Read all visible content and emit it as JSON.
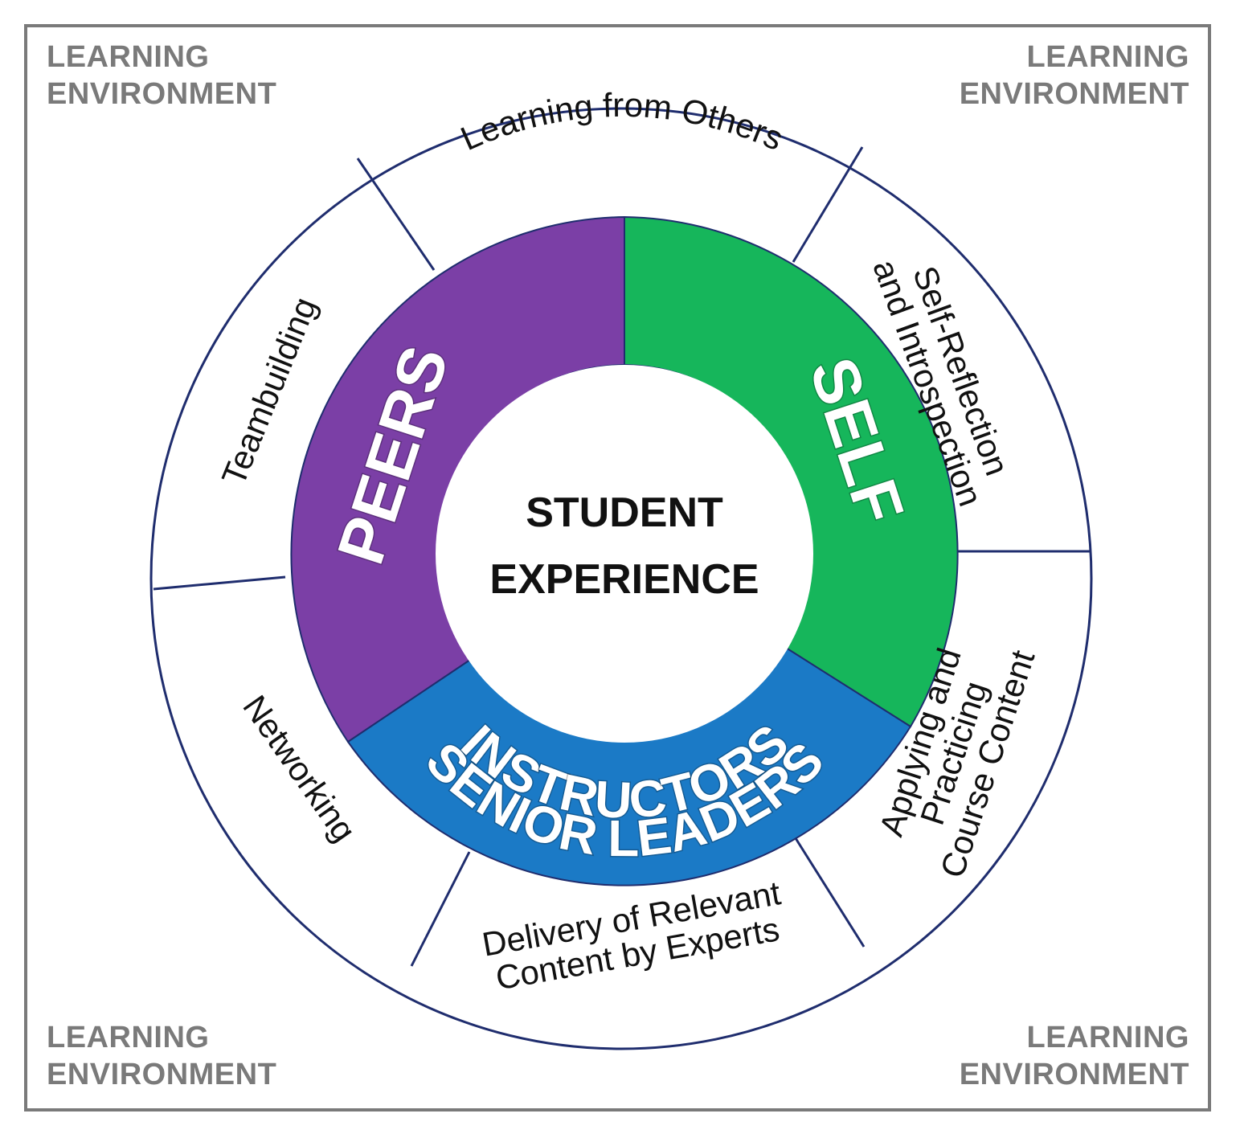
{
  "frame": {
    "corner_labels": {
      "top_left": [
        "LEARNING",
        "ENVIRONMENT"
      ],
      "top_right": [
        "LEARNING",
        "ENVIRONMENT"
      ],
      "bottom_left": [
        "LEARNING",
        "ENVIRONMENT"
      ],
      "bottom_right": [
        "LEARNING",
        "ENVIRONMENT"
      ]
    }
  },
  "center": {
    "lines": [
      "STUDENT",
      "EXPERIENCE"
    ]
  },
  "inner_ring": {
    "peers": {
      "label": "PEERS",
      "color": "#7b3fa6"
    },
    "self": {
      "label": "SELF",
      "color": "#16b65b"
    },
    "instructors": {
      "lines": [
        "INSTRUCTORS",
        "SENIOR LEADERS"
      ],
      "color": "#1b7ac6"
    }
  },
  "outer_ring": {
    "learning_from_others": "Learning from Others",
    "self_reflection": [
      "Self-Reflection",
      "and Introspection"
    ],
    "applying": [
      "Applying and",
      "Practicing",
      "Course Content"
    ],
    "delivery": [
      "Delivery of Relevant",
      "Content by Experts"
    ],
    "networking": "Networking",
    "teambuilding": "Teambuilding"
  },
  "colors": {
    "outline": "#1f2d6e",
    "frame_border": "#7a7a7a",
    "corner_text": "#7a7a7a"
  }
}
